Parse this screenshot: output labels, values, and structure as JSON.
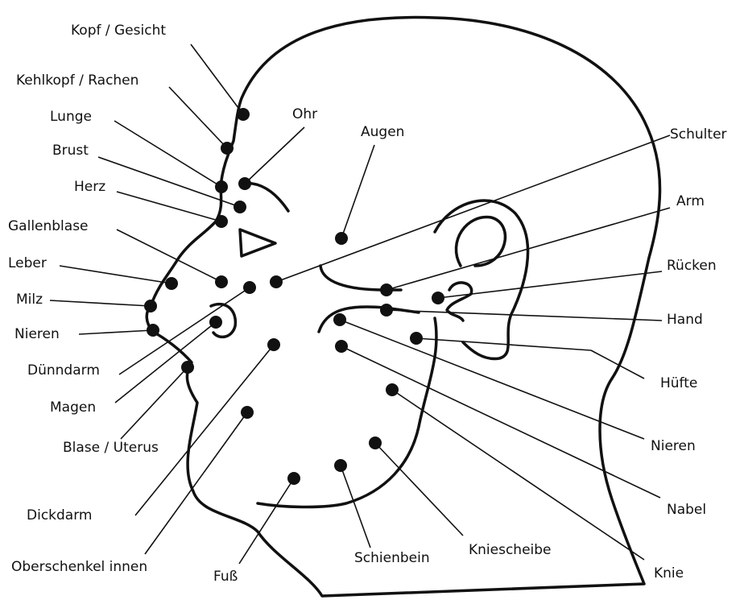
{
  "colors": {
    "ink": "#111111",
    "background": "#ffffff"
  },
  "labels": {
    "kopf_gesicht": "Kopf / Gesicht",
    "kehlkopf_rachen": "Kehlkopf / Rachen",
    "lunge": "Lunge",
    "brust": "Brust",
    "herz": "Herz",
    "gallenblase": "Gallenblase",
    "leber": "Leber",
    "milz": "Milz",
    "nieren_left": "Nieren",
    "duenndarm": "Dünndarm",
    "magen": "Magen",
    "blase_uterus": "Blase / Uterus",
    "dickdarm": "Dickdarm",
    "oberschenkel_innen": "Oberschenkel innen",
    "fuss": "Fuß",
    "schienbein": "Schienbein",
    "kniescheibe": "Kniescheibe",
    "knie": "Knie",
    "nabel": "Nabel",
    "nieren_right": "Nieren",
    "huefte": "Hüfte",
    "hand": "Hand",
    "ruecken": "Rücken",
    "arm": "Arm",
    "schulter": "Schulter",
    "augen": "Augen",
    "ohr": "Ohr"
  }
}
